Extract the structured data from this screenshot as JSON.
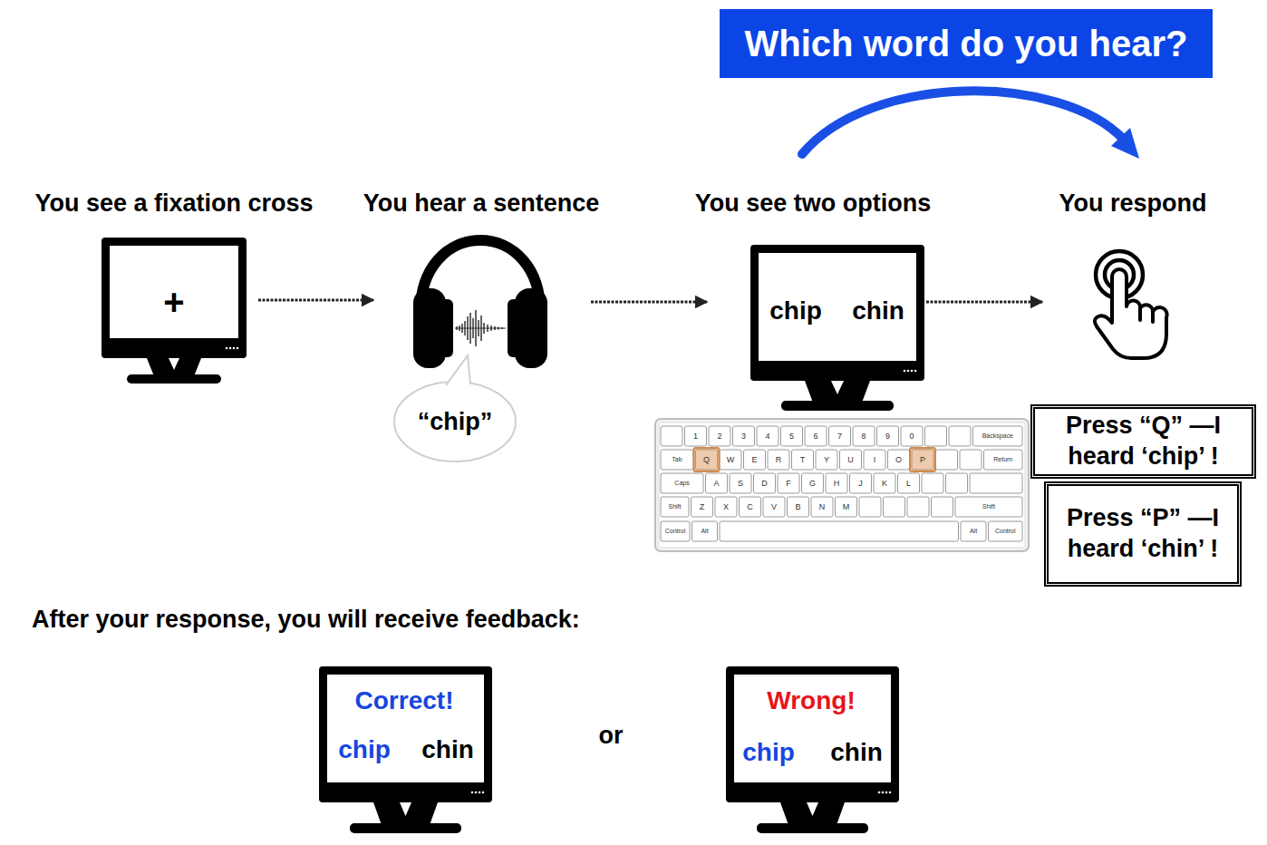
{
  "diagram": {
    "nodes": [
      {
        "text": [
          "Which word do you hear?"
        ]
      },
      {
        "text": [
          "You see a fixation cross",
          "+"
        ]
      },
      {
        "text": [
          "You hear a sentence",
          "“chip”"
        ]
      },
      {
        "text": [
          "You see two options",
          "chip",
          "chin"
        ]
      },
      {
        "text": [
          "You respond"
        ]
      },
      {
        "text": [
          "Press “Q” —I heard ‘chip’ !"
        ]
      },
      {
        "text": [
          "Press “P” —I heard ‘chin’ !"
        ]
      },
      {
        "text": [
          "Correct!",
          "chip",
          "chin"
        ]
      },
      {
        "text": [
          "Wrong!",
          "chip",
          "chin"
        ]
      }
    ],
    "edges": [
      {
        "from": 1,
        "to": 2,
        "arrow": "to"
      },
      {
        "from": 2,
        "to": 3,
        "arrow": "to"
      },
      {
        "from": 3,
        "to": 4,
        "arrow": "to"
      }
    ],
    "labels": [
      "After your response, you will receive feedback:",
      "or",
      "1",
      "2",
      "3",
      "4",
      "5",
      "6",
      "7",
      "8",
      "9",
      "0",
      "Backspace",
      "Tab",
      "Q",
      "W",
      "E",
      "R",
      "T",
      "Y",
      "U",
      "I",
      "O",
      "P",
      "Return",
      "Caps",
      "A",
      "S",
      "D",
      "F",
      "G",
      "H",
      "J",
      "K",
      "L",
      "Shift",
      "Z",
      "X",
      "C",
      "V",
      "B",
      "N",
      "M",
      "Shift",
      "Control",
      "Alt",
      "Alt",
      "Control"
    ]
  }
}
